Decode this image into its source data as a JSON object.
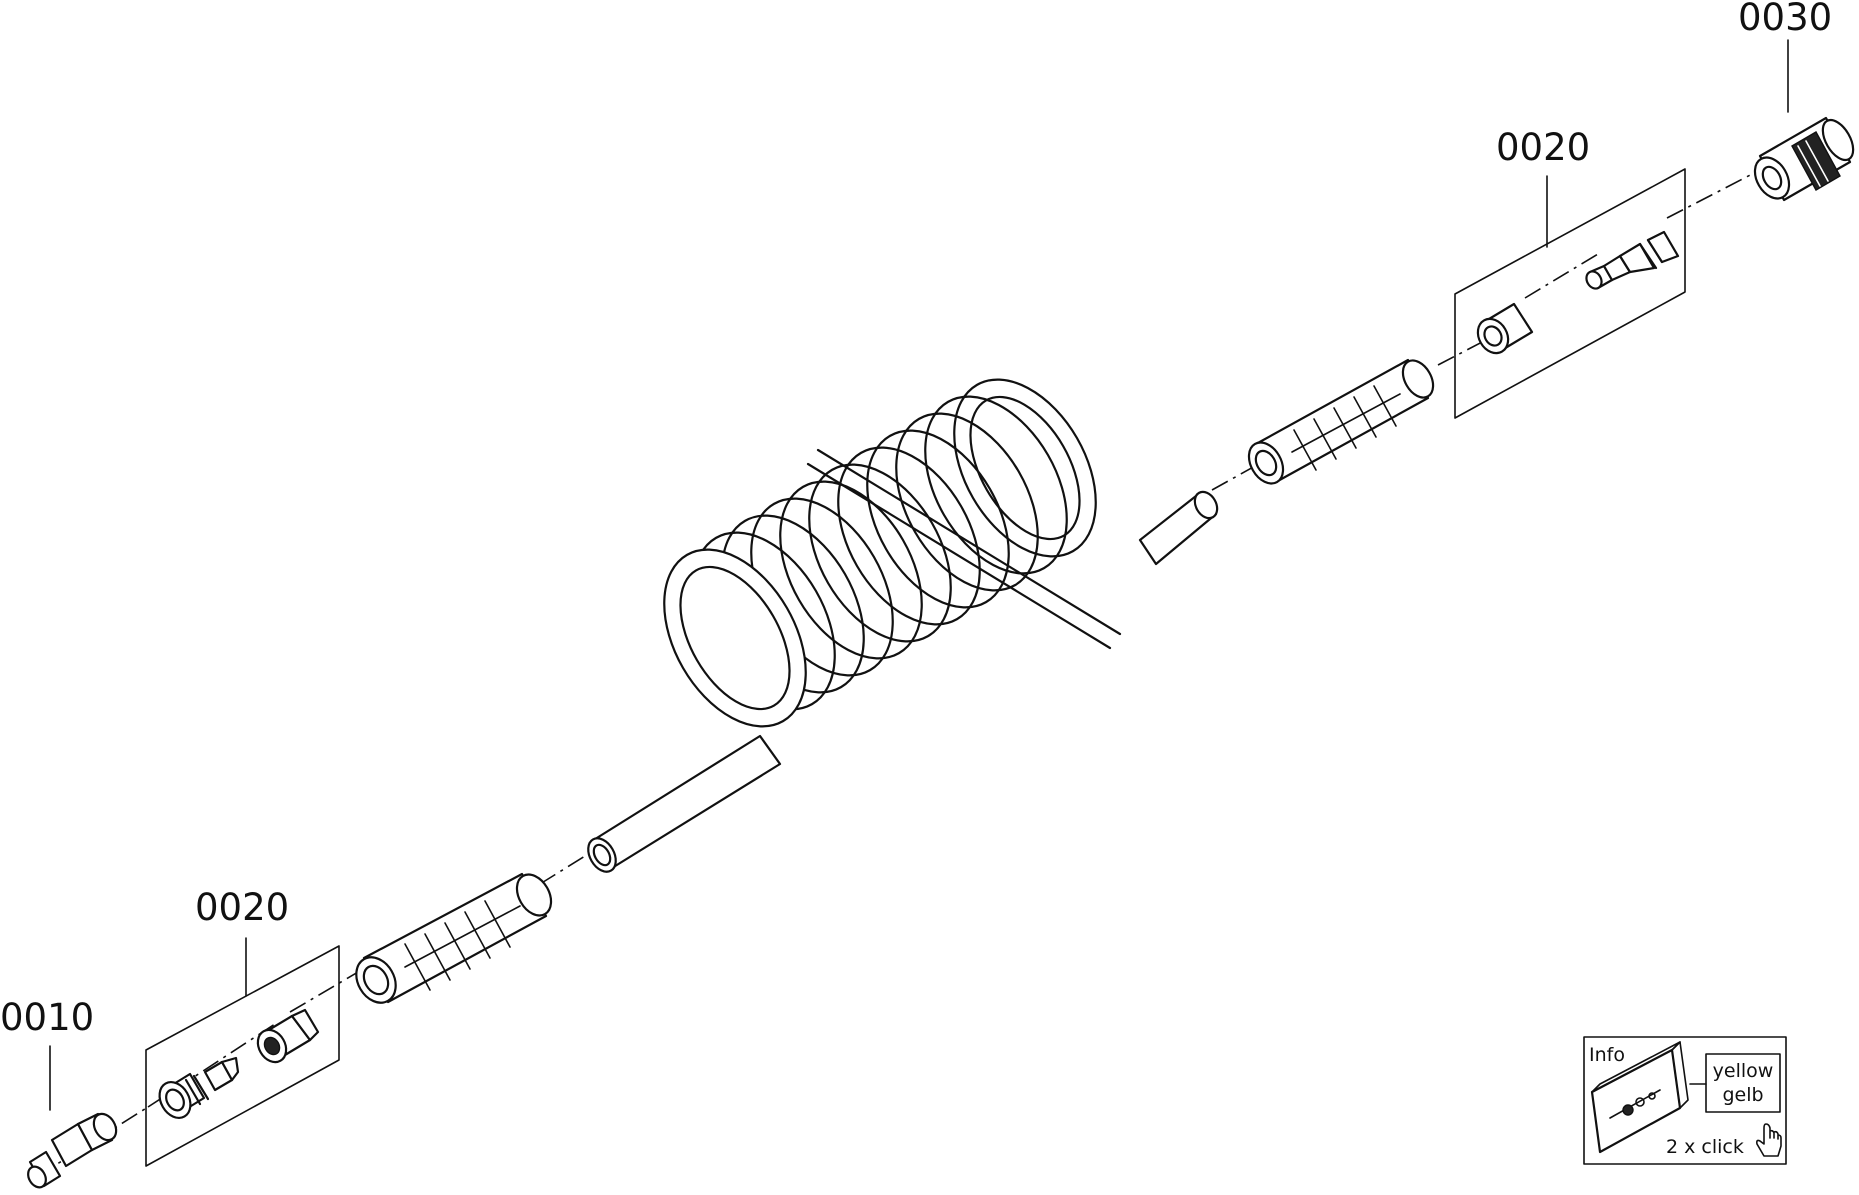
{
  "callouts": {
    "c0010": "0010",
    "c0020_left": "0020",
    "c0020_right": "0020",
    "c0030": "0030"
  },
  "info_box": {
    "title": "Info",
    "color_en": "yellow",
    "color_de": "gelb",
    "action": "2 x click",
    "cursor_icon": "hand-pointer-icon"
  }
}
